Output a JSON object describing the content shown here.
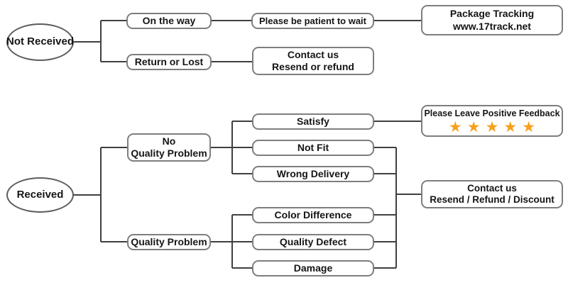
{
  "palette": {
    "line_color": "#3f3f3f",
    "box_border_color": "#7e7e7e",
    "ellipse_border_color": "#5c5c5c",
    "star_color": "#f7a11e",
    "text_color": "#151515",
    "background": "#ffffff"
  },
  "flowchart": {
    "not_received_branch": {
      "root": "Not Received",
      "on_the_way": "On the way",
      "be_patient": "Please be patient to wait",
      "tracking_line1": "Package Tracking",
      "tracking_line2": "www.17track.net",
      "return_or_lost": "Return or Lost",
      "contact_line1": "Contact us",
      "contact_line2": "Resend or refund"
    },
    "received_branch": {
      "root": "Received",
      "no_quality_line1": "No",
      "no_quality_line2": "Quality Problem",
      "quality_problem": "Quality Problem",
      "satisfy": "Satisfy",
      "not_fit": "Not Fit",
      "wrong_delivery": "Wrong Delivery",
      "color_difference": "Color Difference",
      "quality_defect": "Quality Defect",
      "damage": "Damage",
      "feedback_title": "Please Leave Positive Feedback",
      "feedback_stars": "★★★★★",
      "star_count": 5,
      "contact_line1": "Contact us",
      "contact_line2": "Resend / Refund / Discount"
    }
  }
}
